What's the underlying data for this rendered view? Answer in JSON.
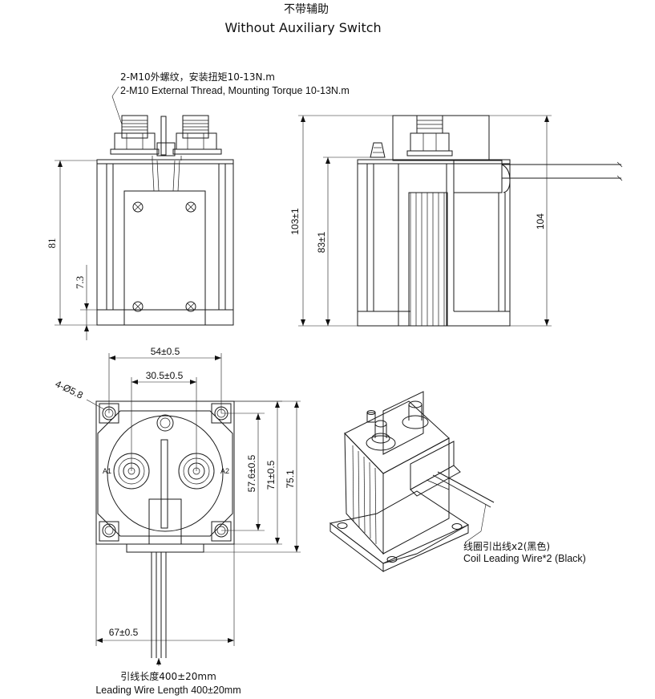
{
  "title": {
    "cn": "不带辅助",
    "en": "Without Auxiliary Switch"
  },
  "notes": {
    "thread_cn": "2-M10外螺纹，安装扭矩10-13N.m",
    "thread_en": "2-M10 External Thread, Mounting Torque 10-13N.m",
    "coil_cn": "线圈引出线x2(黑色)",
    "coil_en": "Coil Leading Wire*2 (Black)",
    "wire_cn": "引线长度400±20mm",
    "wire_en": "Leading Wire Length 400±20mm"
  },
  "dimensions": {
    "front_height": "81",
    "front_base": "7.3",
    "side_total": "103±1",
    "side_body": "83±1",
    "side_coil": "104",
    "top_width": "54±0.5",
    "top_pitch": "30.5±0.5",
    "holes": "4-Ø5.8",
    "top_v1": "57.6±0.5",
    "top_v2": "71±0.5",
    "top_v3": "75.1",
    "wire_offset": "67±0.5"
  },
  "terminal_marks": {
    "left": "A1",
    "right": "A2"
  }
}
